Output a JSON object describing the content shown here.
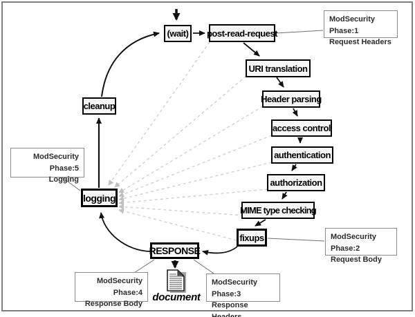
{
  "nodes": {
    "wait": "(wait)",
    "post_read_request": "post-read-request",
    "uri_translation": "URI translation",
    "header_parsing": "Header parsing",
    "access_control": "access control",
    "authentication": "authentication",
    "authorization": "authorization",
    "mime_type_checking": "MIME type checking",
    "fixups": "fixups",
    "response": "RESPONSE",
    "logging": "logging",
    "cleanup": "cleanup"
  },
  "callouts": {
    "phase1": {
      "line1": "ModSecurity Phase:1",
      "line2": "Request Headers"
    },
    "phase2": {
      "line1": "ModSecurity Phase:2",
      "line2": "Request Body"
    },
    "phase3": {
      "line1": "ModSecurity Phase:3",
      "line2": "Response Headers"
    },
    "phase4": {
      "line1": "ModSecurity Phase:4",
      "line2": "Response Body"
    },
    "phase5": {
      "line1": "ModSecurity Phase:5",
      "line2": "Logging"
    }
  },
  "document": {
    "label": "document"
  },
  "icons": {
    "document": "document-icon"
  },
  "colors": {
    "node_fill": "#f6f6f6",
    "node_border": "#000000",
    "callout_border": "#8a8a8a",
    "arrow": "#111111",
    "dashed_line": "#cfcfcf",
    "frame": "#7e7e7e"
  }
}
